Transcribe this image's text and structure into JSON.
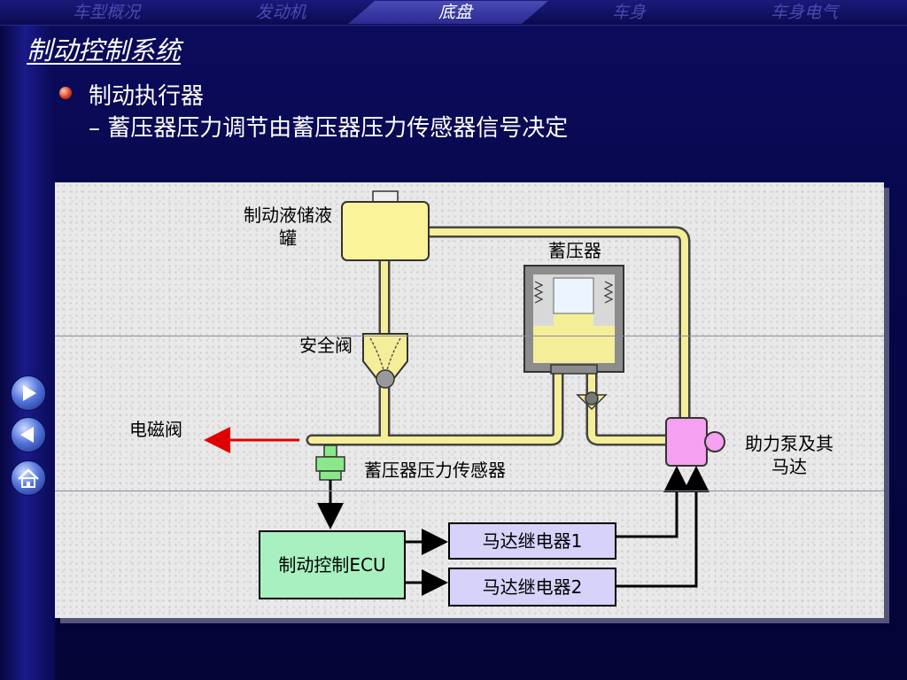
{
  "nav": {
    "tabs": [
      {
        "label": "车型概况"
      },
      {
        "label": "发动机"
      },
      {
        "label": "底盘"
      },
      {
        "label": "车身"
      },
      {
        "label": "车身电气"
      }
    ],
    "active": "底盘"
  },
  "slide": {
    "title": "制动控制系统",
    "bullet": "制动执行器",
    "sub_bullet": "– 蓄压器压力调节由蓄压器压力传感器信号决定"
  },
  "diagram": {
    "reservoir_label": "制动液储液罐",
    "accumulator_label": "蓄压器",
    "relief_valve_label": "安全阀",
    "solenoid_label": "电磁阀",
    "sensor_label": "蓄压器压力传感器",
    "pump_label": "助力泵及其马达",
    "ecu_label": "制动控制ECU",
    "relay1_label": "马达继电器1",
    "relay2_label": "马达继电器2"
  },
  "colors": {
    "pipe": "#f5ee98",
    "reservoir": "#fbf39a",
    "ecu": "#a8f0c0",
    "relay": "#d6d2fa",
    "pump": "#f5a0f0",
    "sensor": "#8ae88a",
    "solenoid_arrow": "#e00000"
  },
  "side_nav": [
    "next-icon",
    "back-icon",
    "home-icon"
  ]
}
